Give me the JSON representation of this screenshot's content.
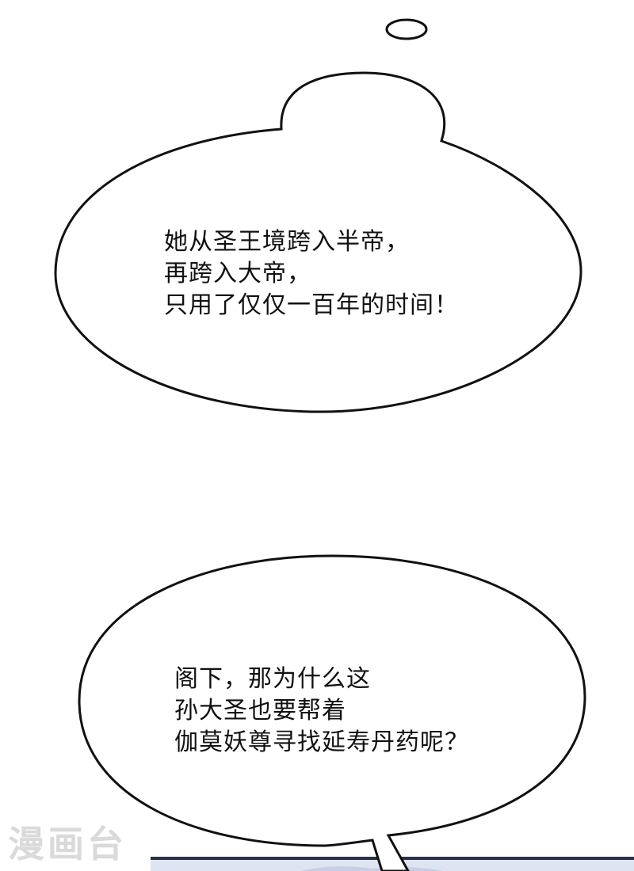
{
  "page": {
    "background_color": "#ffffff",
    "ink_color": "#111111"
  },
  "bubbles": [
    {
      "kind": "thought",
      "lines": [
        "她从圣王境跨入半帝，",
        "再跨入大帝，",
        "只用了仅仅一百年的时间！"
      ]
    },
    {
      "kind": "speech",
      "lines": [
        "阁下，那为什么这",
        "孙大圣也要帮着",
        "伽莫妖尊寻找延寿丹药呢？"
      ]
    }
  ],
  "watermark": {
    "text": "漫画台"
  },
  "next_panel": {
    "colors": {
      "top": "#2a2f4a",
      "bottom": "#dfe4f2"
    }
  }
}
